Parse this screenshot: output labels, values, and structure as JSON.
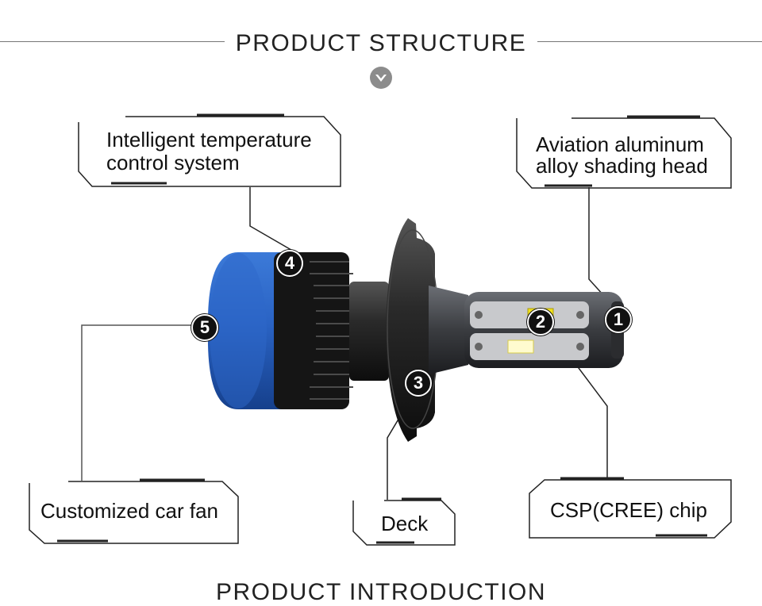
{
  "header": {
    "title": "PRODUCT  STRUCTURE",
    "chevron_icon": "chevron-down-circle-icon"
  },
  "labels": [
    {
      "id": "temperature",
      "lines": [
        "Intelligent temperature",
        "control system"
      ]
    },
    {
      "id": "aluminum",
      "lines": [
        "Aviation aluminum",
        "alloy shading head"
      ]
    },
    {
      "id": "fan",
      "lines": [
        "Customized car fan"
      ]
    },
    {
      "id": "deck",
      "lines": [
        "Deck"
      ]
    },
    {
      "id": "chip",
      "lines": [
        "CSP(CREE) chip"
      ]
    }
  ],
  "callouts": [
    "1",
    "2",
    "3",
    "4",
    "5"
  ],
  "footer": {
    "title": "PRODUCT  INTRODUCTION"
  },
  "colors": {
    "fan_blue": "#2a63c4",
    "heatsink": "#1b1b1b",
    "deck": "#2a2a2a",
    "chip": "#f2e21a",
    "callout": "#111111"
  }
}
